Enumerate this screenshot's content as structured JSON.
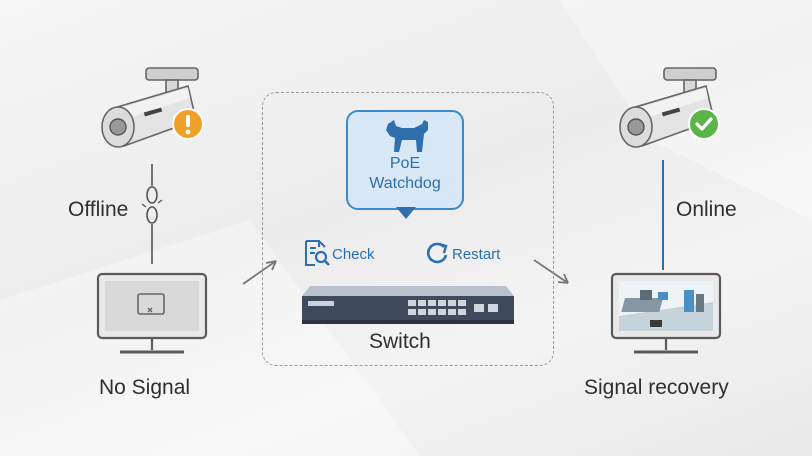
{
  "left": {
    "status": "Offline",
    "monitor": "No Signal"
  },
  "right": {
    "status": "Online",
    "monitor": "Signal recovery"
  },
  "center": {
    "feature_line1": "PoE",
    "feature_line2": "Watchdog",
    "check": "Check",
    "restart": "Restart",
    "device": "Switch"
  },
  "colors": {
    "accent": "#2a6fb3",
    "warning": "#f0a12a",
    "ok": "#5cb54a"
  }
}
